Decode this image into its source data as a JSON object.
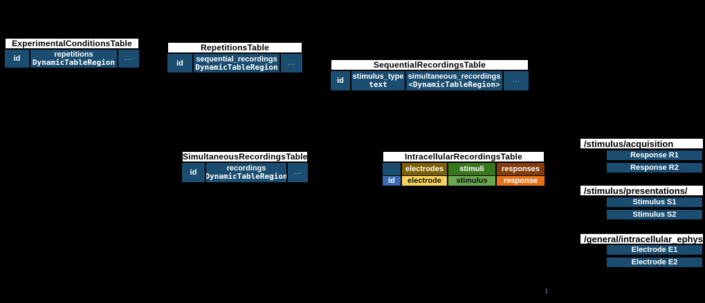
{
  "tables": {
    "experimental_conditions": {
      "title": "ExperimentalConditionsTable",
      "id_label": "id",
      "col_name": "repetitions",
      "col_type": "DynamicTableRegion",
      "more": "..."
    },
    "repetitions": {
      "title": "RepetitionsTable",
      "id_label": "id",
      "col_name": "sequential_recordings",
      "col_type": "DynamicTableRegion",
      "more": "..."
    },
    "sequential_recordings": {
      "title": "SequentialRecordingsTable",
      "id_label": "id",
      "col1_name": "stimulus_type",
      "col1_type": "text",
      "col2_name": "simultaneous_recordings",
      "col2_type": "<DynamicTableRegion>",
      "more": "..."
    },
    "simultaneous_recordings": {
      "title": "SimultaneousRecordingsTable",
      "id_label": "id",
      "col_name": "recordings",
      "col_type": "DynamicTableRegion",
      "more": "..."
    },
    "intracellular_recordings": {
      "title": "IntracellularRecordingsTable",
      "id_label": "id",
      "groups": [
        "electrodes",
        "stimuli",
        "responses"
      ],
      "columns": [
        "electrode",
        "stimulus",
        "response"
      ]
    }
  },
  "file_groups": [
    {
      "path": "/stimulus/acquisition",
      "items": [
        "Response R1",
        "Response R2"
      ]
    },
    {
      "path": "/stimulus/presentations/",
      "items": [
        "Stimulus S1",
        "Stimulus S2"
      ]
    },
    {
      "path": "/general/intracellular_ephys",
      "items": [
        "Electrode E1",
        "Electrode E2"
      ]
    }
  ],
  "footnote": "1",
  "colors": {
    "background": "#000000",
    "table_blue": "#1b4d70",
    "header_bg": "#ffffff",
    "id_blue": "#3d6bb3",
    "electrodes_dark": "#7f6000",
    "electrode_light": "#f7d35e",
    "stimuli_dark": "#38761d",
    "stimulus_light": "#6aa84f",
    "responses_dark": "#833c0b",
    "response_light": "#e8731e"
  }
}
